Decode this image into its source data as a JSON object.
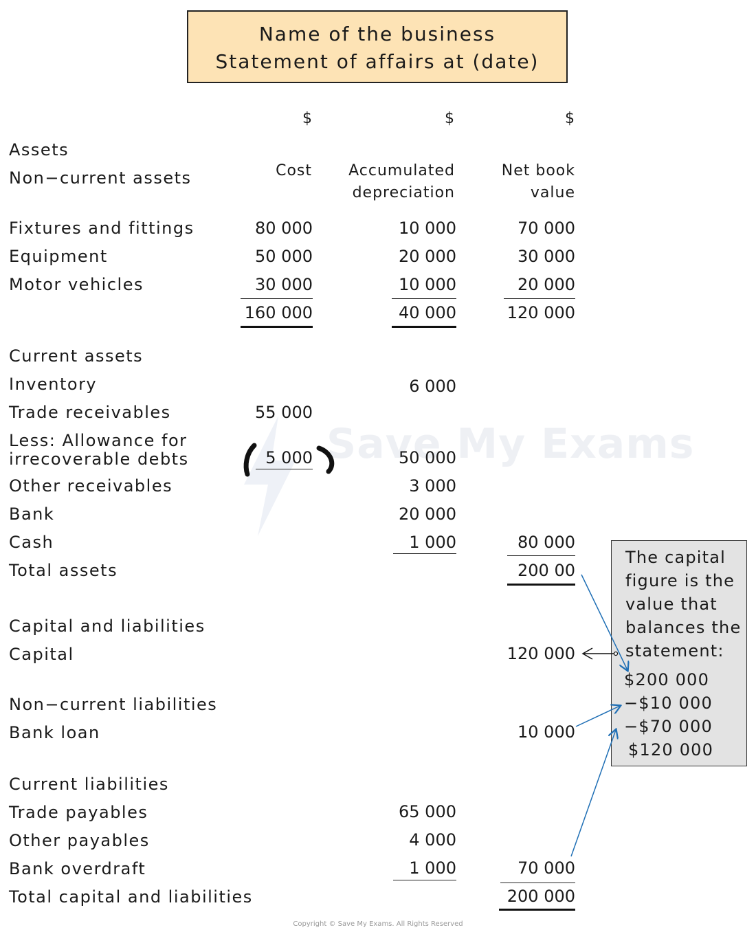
{
  "header": {
    "line1": "Name of the business",
    "line2": "Statement of affairs at (date)"
  },
  "currency": {
    "col1": "$",
    "col2": "$",
    "col3": "$"
  },
  "sections": {
    "assets": "Assets",
    "non_current_assets": "Non−current assets",
    "current_assets": "Current assets",
    "capital_and_liabilities": "Capital and liabilities",
    "non_current_liabilities": "Non−current liabilities",
    "current_liabilities": "Current liabilities"
  },
  "columns": {
    "cost": "Cost",
    "accum_1": "Accumulated",
    "accum_2": "depreciation",
    "nbv_1": "Net book",
    "nbv_2": "value"
  },
  "non_current_rows": [
    {
      "label": "Fixtures and fittings",
      "cost": "80 000",
      "dep": "10 000",
      "nbv": "70 000"
    },
    {
      "label": "Equipment",
      "cost": "50 000",
      "dep": "20 000",
      "nbv": "30 000"
    },
    {
      "label": "Motor vehicles",
      "cost": "30 000",
      "dep": "10 000",
      "nbv": "20 000"
    }
  ],
  "non_current_totals": {
    "cost": "160 000",
    "dep": "40 000",
    "nbv": "120 000"
  },
  "current_rows": {
    "inventory": {
      "label": "Inventory",
      "value": "6 000"
    },
    "trade_receivables": {
      "label": "Trade receivables",
      "value": "55 000"
    },
    "allowance": {
      "label_1": "Less: Allowance for",
      "label_2": "irrecoverable debts",
      "value": "5 000",
      "net": "50 000"
    },
    "other_receivables": {
      "label": "Other receivables",
      "value": "3 000"
    },
    "bank": {
      "label": "Bank",
      "value": "20 000"
    },
    "cash": {
      "label": "Cash",
      "value": "1 000",
      "total": "80 000"
    }
  },
  "total_assets": {
    "label": "Total assets",
    "value": "200 00"
  },
  "capital": {
    "label": "Capital",
    "value": "120 000"
  },
  "bank_loan": {
    "label": "Bank loan",
    "value": "10 000"
  },
  "current_liab_rows": {
    "trade_payables": {
      "label": "Trade payables",
      "value": "65 000"
    },
    "other_payables": {
      "label": "Other payables",
      "value": "4 000"
    },
    "bank_overdraft": {
      "label": "Bank overdraft",
      "value": "1 000",
      "total": "70 000"
    }
  },
  "total_cap_liab": {
    "label": "Total capital and liabilities",
    "value": "200 000"
  },
  "note": {
    "lines": [
      "The capital",
      "figure is the",
      "value that",
      "balances the",
      "statement:"
    ],
    "calc": [
      "$200 000",
      "−$10 000",
      "−$70 000",
      "$120 000"
    ]
  },
  "watermark": "Save My Exams",
  "copyright": "Copyright © Save My Exams. All Rights Reserved",
  "colors": {
    "title_bg": "#fde3b5",
    "note_bg": "#e3e3e3",
    "arrow": "#1f6fb5"
  }
}
